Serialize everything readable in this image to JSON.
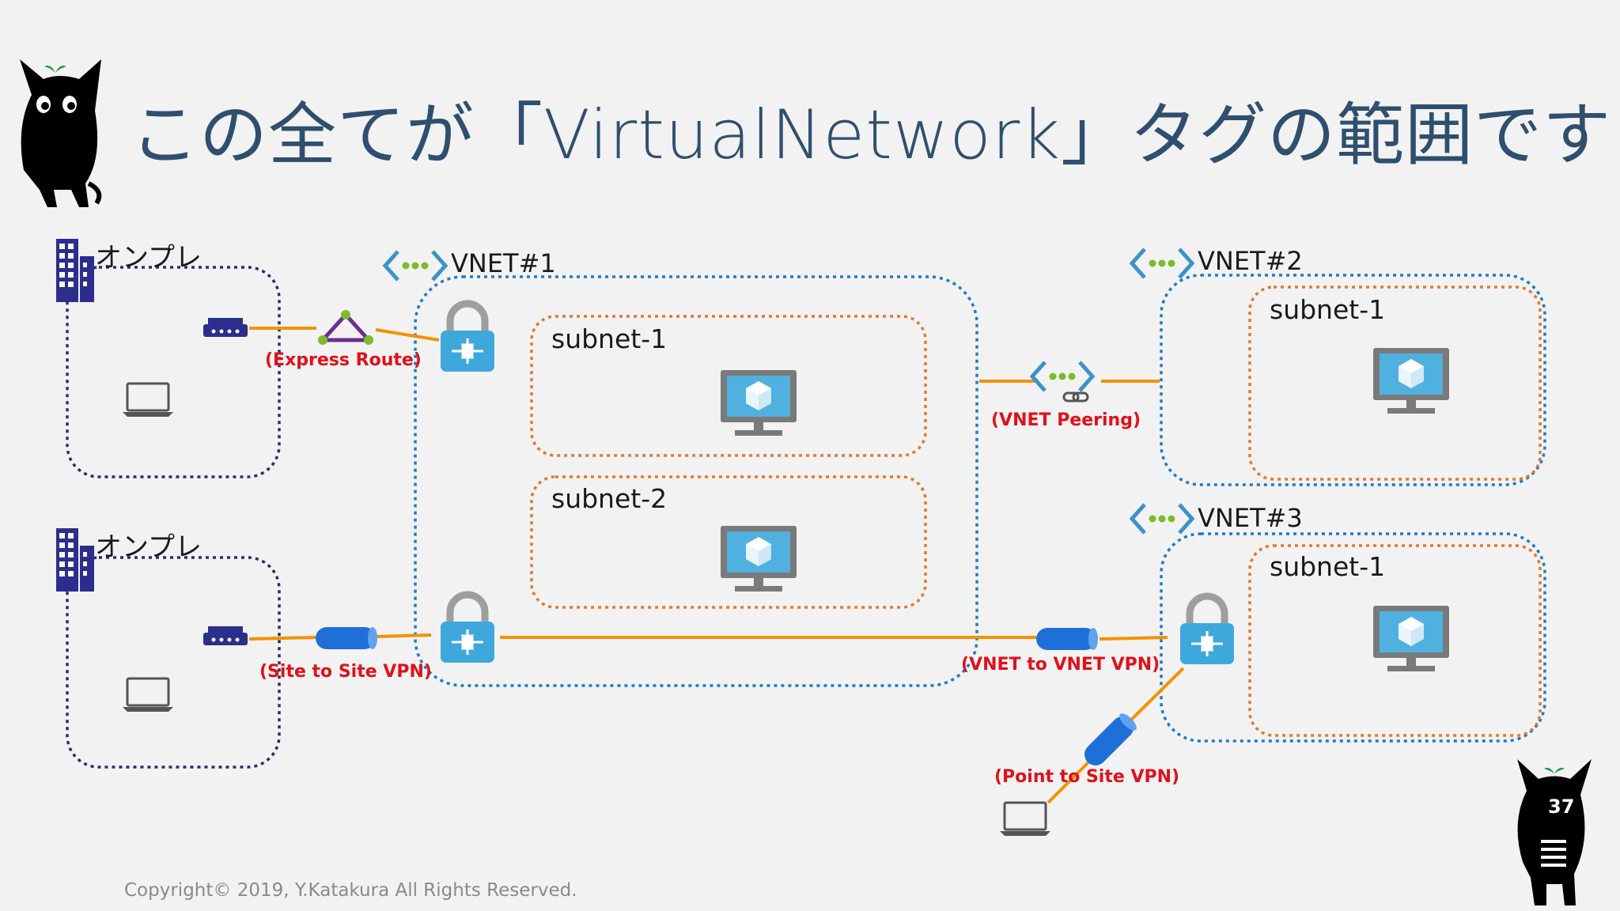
{
  "title": "この全てが「VirtualNetwork」タグの範囲です",
  "onprem": [
    {
      "label": "オンプレ",
      "router_icon": "router-icon",
      "laptop_icon": "laptop-icon"
    },
    {
      "label": "オンプレ",
      "router_icon": "router-icon",
      "laptop_icon": "laptop-icon"
    }
  ],
  "vnets": [
    {
      "name": "VNET#1",
      "subnets": [
        "subnet-1",
        "subnet-2"
      ]
    },
    {
      "name": "VNET#2",
      "subnets": [
        "subnet-1"
      ]
    },
    {
      "name": "VNET#3",
      "subnets": [
        "subnet-1"
      ]
    }
  ],
  "connections": {
    "express_route": "(Express Route)",
    "site_to_site": "(Site to Site VPN)",
    "vnet_peering": "(VNET Peering)",
    "vnet_to_vnet": "(VNET to VNET VPN)",
    "point_to_site": "(Point to Site VPN)"
  },
  "copyright": "Copyright© 2019, Y.Katakura All Rights Reserved.",
  "page_number": "37",
  "colors": {
    "vnet_border": "#1e7bc8",
    "subnet_border": "#e07a2e",
    "onprem_border": "#2c2c6c",
    "line": "#f39200",
    "label": "#e0101a",
    "gateway": "#3ea8dc",
    "vm_screen": "#50b0e0"
  }
}
